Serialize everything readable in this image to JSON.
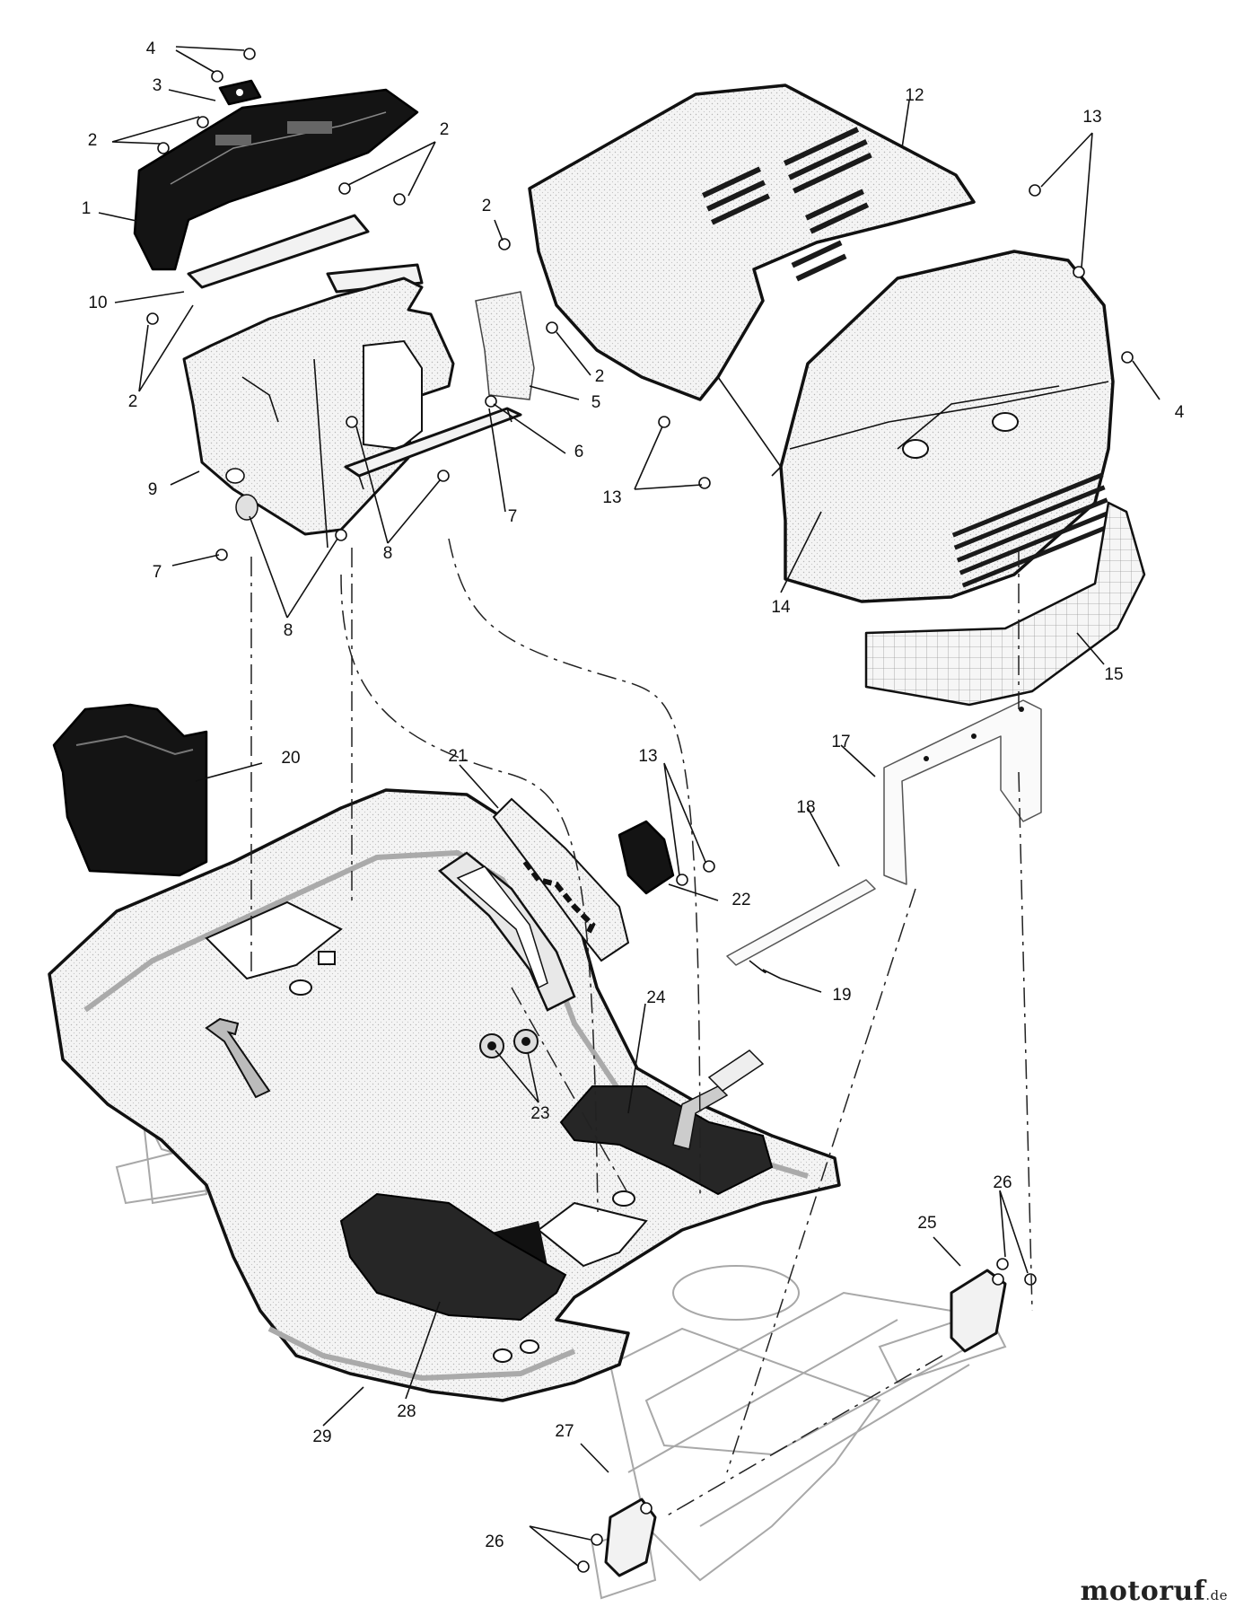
{
  "diagram": {
    "callouts": [
      {
        "id": "c4a",
        "label": "4"
      },
      {
        "id": "c3",
        "label": "3"
      },
      {
        "id": "c2a",
        "label": "2"
      },
      {
        "id": "c2b",
        "label": "2"
      },
      {
        "id": "c1",
        "label": "1"
      },
      {
        "id": "c2c",
        "label": "2"
      },
      {
        "id": "c10",
        "label": "10"
      },
      {
        "id": "c2d",
        "label": "2"
      },
      {
        "id": "c2e",
        "label": "2"
      },
      {
        "id": "c5",
        "label": "5"
      },
      {
        "id": "c6",
        "label": "6"
      },
      {
        "id": "c7a",
        "label": "7"
      },
      {
        "id": "c8a",
        "label": "8"
      },
      {
        "id": "c9",
        "label": "9"
      },
      {
        "id": "c7b",
        "label": "7"
      },
      {
        "id": "c8b",
        "label": "8"
      },
      {
        "id": "c12",
        "label": "12"
      },
      {
        "id": "c13a",
        "label": "13"
      },
      {
        "id": "c4b",
        "label": "4"
      },
      {
        "id": "c13b",
        "label": "13"
      },
      {
        "id": "c14",
        "label": "14"
      },
      {
        "id": "c15",
        "label": "15"
      },
      {
        "id": "c20",
        "label": "20"
      },
      {
        "id": "c21",
        "label": "21"
      },
      {
        "id": "c13c",
        "label": "13"
      },
      {
        "id": "c22",
        "label": "22"
      },
      {
        "id": "c17",
        "label": "17"
      },
      {
        "id": "c18",
        "label": "18"
      },
      {
        "id": "c19",
        "label": "19"
      },
      {
        "id": "c24",
        "label": "24"
      },
      {
        "id": "c23",
        "label": "23"
      },
      {
        "id": "c26a",
        "label": "26"
      },
      {
        "id": "c25",
        "label": "25"
      },
      {
        "id": "c29",
        "label": "29"
      },
      {
        "id": "c28",
        "label": "28"
      },
      {
        "id": "c27",
        "label": "27"
      },
      {
        "id": "c26b",
        "label": "26"
      }
    ]
  },
  "watermark": {
    "name": "motoruf",
    "tld": ".de"
  }
}
